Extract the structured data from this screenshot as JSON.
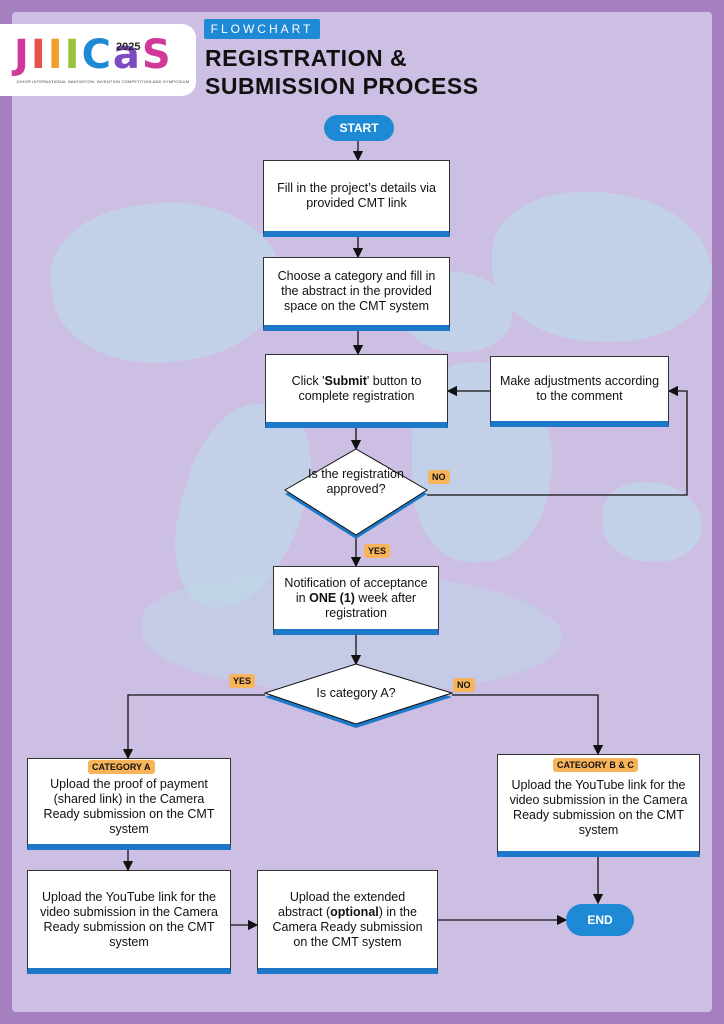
{
  "header": {
    "tag": "FLOWCHART",
    "title_line1": "REGISTRATION &",
    "title_line2": "SUBMISSION PROCESS"
  },
  "logo": {
    "letters": "JIIICaS",
    "year": "2025",
    "subtitle": "JOHOR INTERNATIONAL INNOVATION, INVENTION COMPETITION AND SYMPOSIUM"
  },
  "flow": {
    "start": "START",
    "end": "END",
    "step1": "Fill in the project’s details via provided CMT link",
    "step2": "Choose a category and fill in the abstract in the provided space on the CMT system",
    "step3_pre": "Click '",
    "step3_bold": "Submit",
    "step3_post": "' button to complete registration",
    "adjust": "Make adjustments according to the comment",
    "decision1": "Is the registration approved?",
    "no1": "NO",
    "yes1": "YES",
    "notif_pre": "Notification of acceptance in ",
    "notif_bold": "ONE (1)",
    "notif_post": " week after registration",
    "decision2": "Is category A?",
    "yes2": "YES",
    "no2": "NO",
    "cat_a_label": "CATEGORY A",
    "cat_a_text": "Upload the proof of payment (shared link) in the Camera Ready submission on the CMT system",
    "cat_bc_label": "CATEGORY B & C",
    "cat_bc_text": "Upload the YouTube link for the video submission in the Camera Ready submission on the CMT system",
    "youtube_a": "Upload the YouTube link for the video submission in the Camera Ready submission on the CMT system",
    "extended_pre": "Upload the extended abstract (",
    "extended_bold": "optional",
    "extended_post": ") in the Camera Ready submission on the CMT system"
  },
  "colors": {
    "border": "#a57fbe",
    "background": "#cdbfe3",
    "accent": "#1e8ad6",
    "badge": "#f8b45a"
  }
}
